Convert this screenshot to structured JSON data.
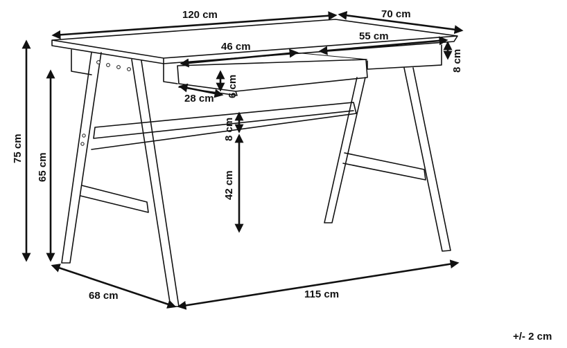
{
  "dimensions": {
    "width_top": "120 cm",
    "depth_top": "70 cm",
    "drawer_left_width": "46 cm",
    "drawer_right_width": "55 cm",
    "drawer_right_height": "8 cm",
    "drawer_left_depth": "28 cm",
    "drawer_left_height": "6 cm",
    "crossbar_height": "8 cm",
    "knee_clearance": "42 cm",
    "total_height": "75 cm",
    "under_top_height": "65 cm",
    "base_depth": "68 cm",
    "base_width": "115 cm"
  },
  "tolerance": "+/- 2 cm"
}
